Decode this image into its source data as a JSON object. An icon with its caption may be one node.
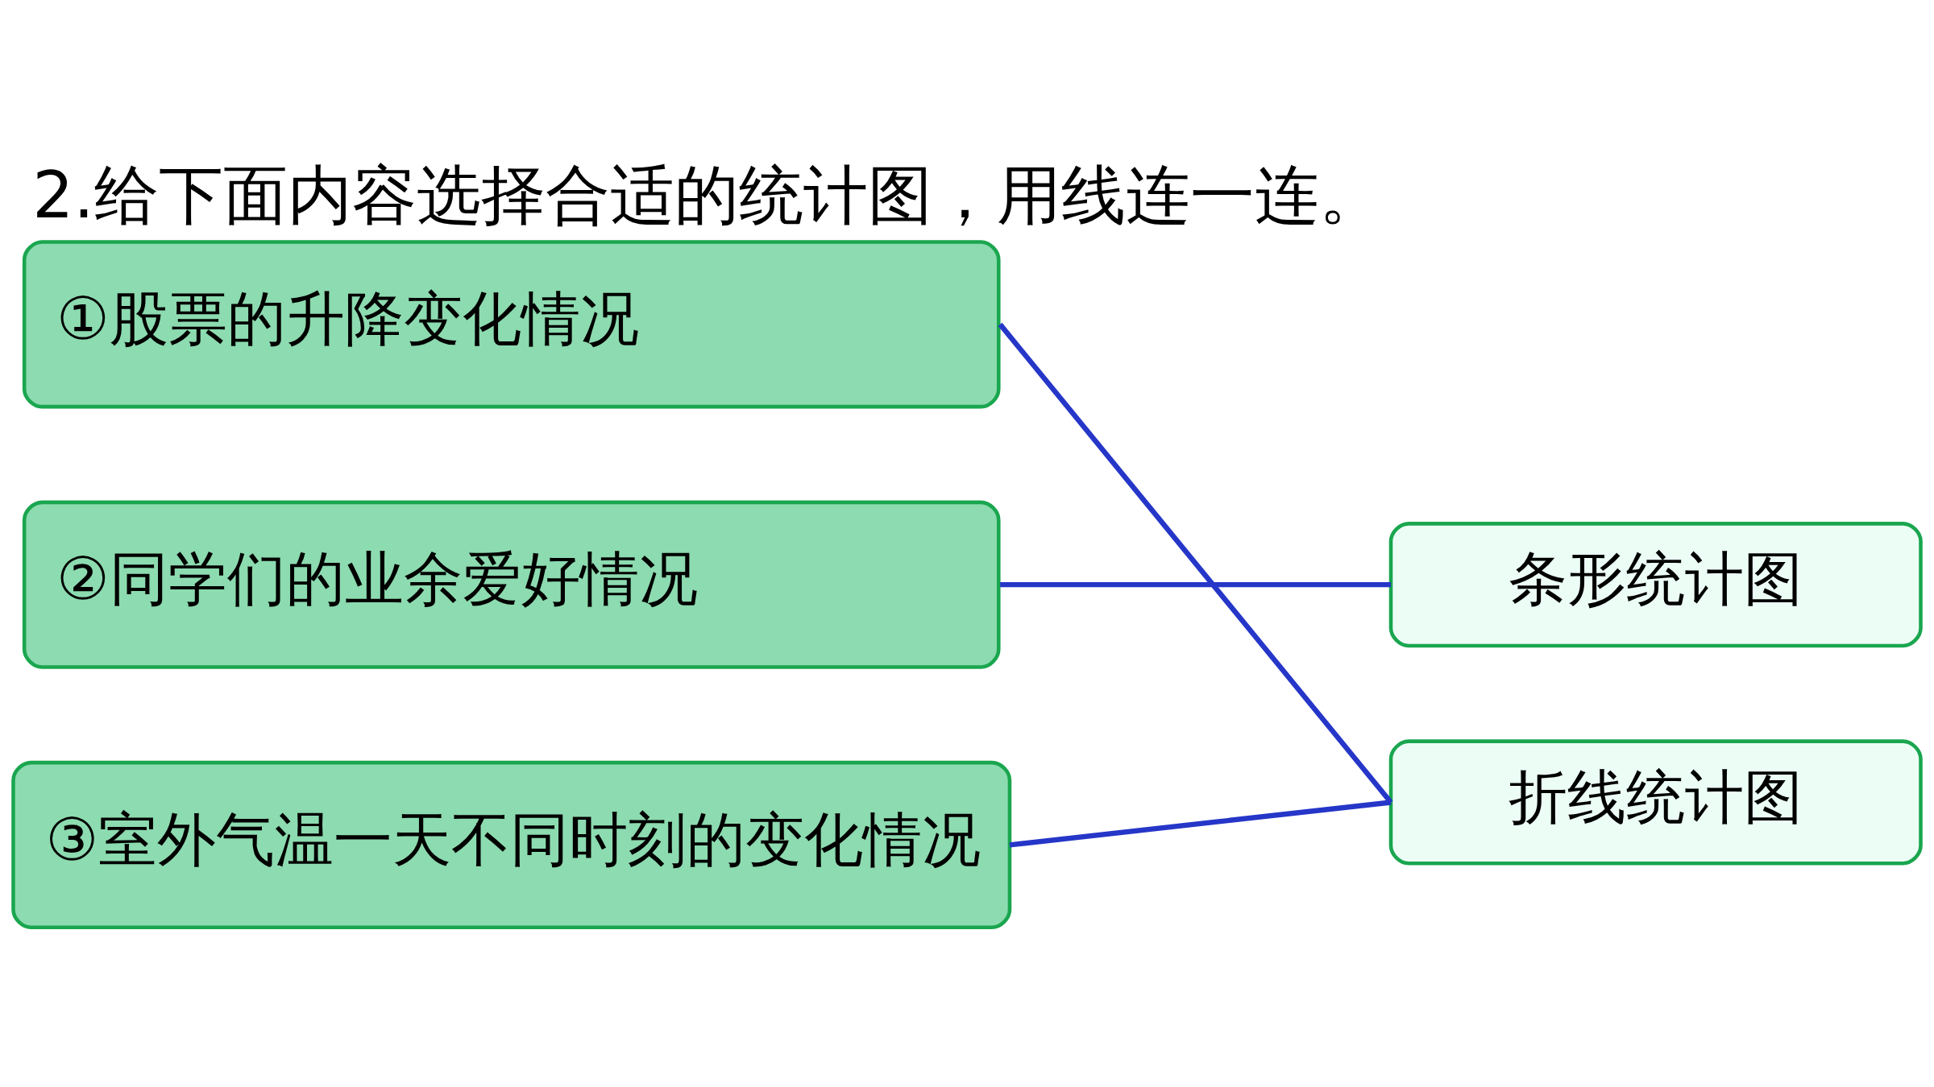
{
  "diagram": {
    "title": "2.给下面内容选择合适的统计图，用线连一连。",
    "nodes": [
      {
        "text": [
          "①股票的升降变化情况"
        ]
      },
      {
        "text": [
          "②同学们的业余爱好情况"
        ]
      },
      {
        "text": [
          "③室外气温一天不同时刻的变化情况"
        ]
      },
      {
        "text": [
          "条形统计图"
        ]
      },
      {
        "text": [
          "折线统计图"
        ]
      }
    ],
    "edges": [
      {
        "from": 0,
        "to": 4,
        "arrow": "none"
      },
      {
        "from": 1,
        "to": 3,
        "arrow": "none"
      },
      {
        "from": 2,
        "to": 4,
        "arrow": "none"
      }
    ]
  }
}
